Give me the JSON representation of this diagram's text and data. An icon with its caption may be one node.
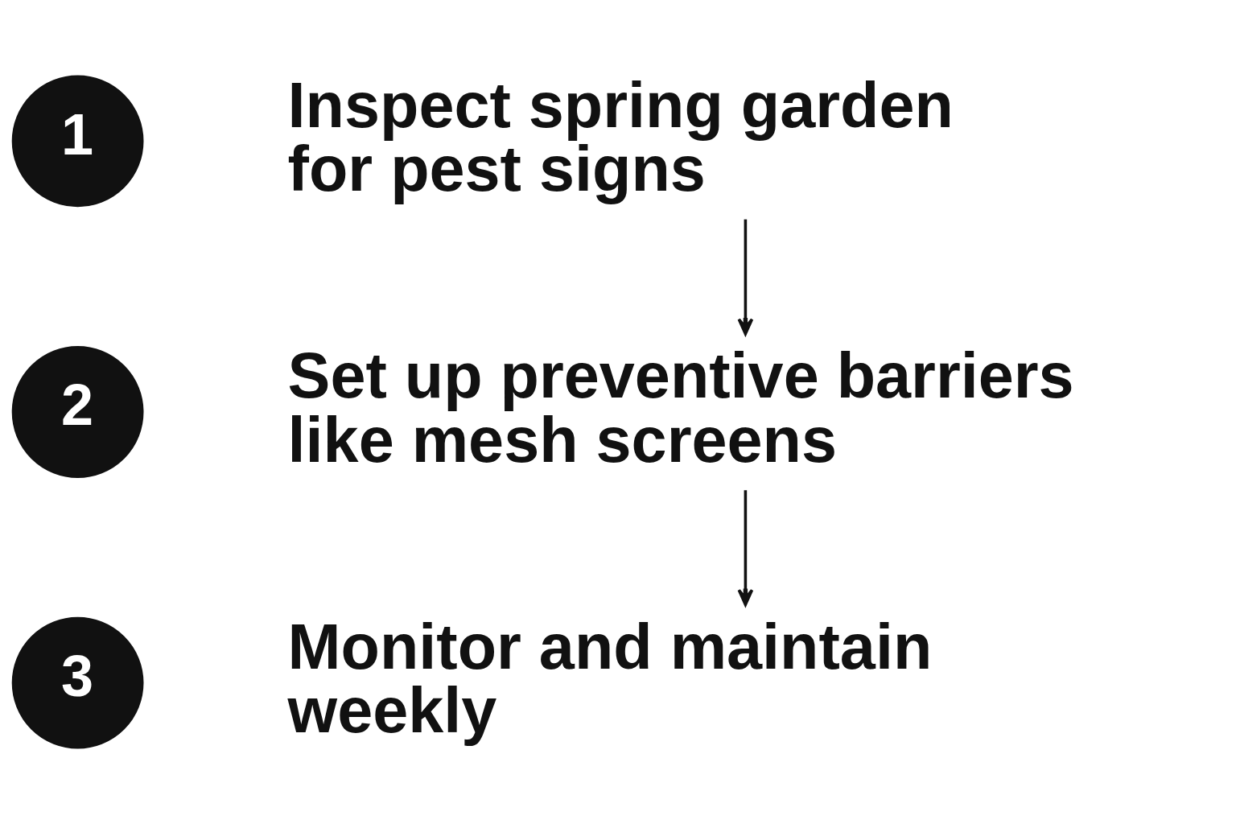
{
  "diagram": {
    "nodes": [
      {
        "text": [
          "1"
        ]
      },
      {
        "text": [
          "Inspect spring garden for pest signs"
        ]
      },
      {
        "text": [
          "2"
        ]
      },
      {
        "text": [
          "Set up preventive barriers like mesh screens"
        ]
      },
      {
        "text": [
          "3"
        ]
      },
      {
        "text": [
          "Monitor and maintain weekly"
        ]
      }
    ],
    "edges": [
      {
        "from": 1,
        "to": 3,
        "arrow": "to"
      },
      {
        "from": 3,
        "to": 5,
        "arrow": "to"
      }
    ]
  }
}
